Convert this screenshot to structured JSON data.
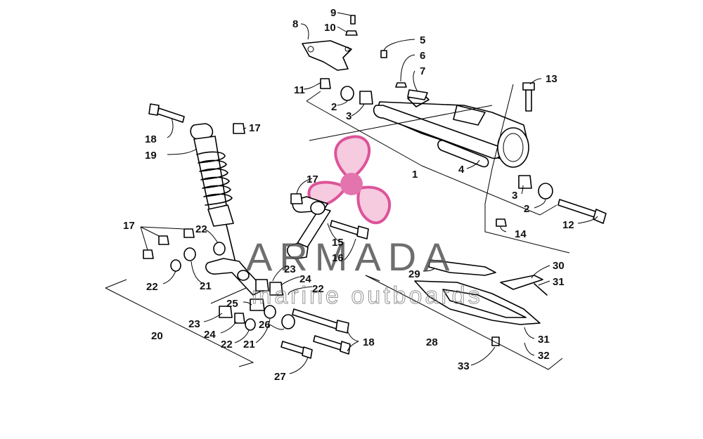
{
  "watermark": {
    "brand": "ARMADA",
    "tagline": "marine outboards",
    "logo_color": "#d9428e",
    "logo_fill": "#f6c5dc",
    "text_color": "#555555"
  },
  "callouts": {
    "c1": "1",
    "c2a": "2",
    "c2b": "2",
    "c3a": "3",
    "c3b": "3",
    "c4": "4",
    "c5": "5",
    "c6": "6",
    "c7": "7",
    "c8": "8",
    "c9": "9",
    "c10": "10",
    "c11": "11",
    "c12": "12",
    "c13": "13",
    "c14": "14",
    "c15": "15",
    "c16": "16",
    "c17a": "17",
    "c17b": "17",
    "c17c": "17",
    "c18a": "18",
    "c18b": "18",
    "c19": "19",
    "c20": "20",
    "c21a": "21",
    "c21b": "21",
    "c22a": "22",
    "c22b": "22",
    "c22c": "22",
    "c22d": "22",
    "c23a": "23",
    "c23b": "23",
    "c24a": "24",
    "c24b": "24",
    "c25": "25",
    "c26": "26",
    "c27": "27",
    "c28": "28",
    "c29": "29",
    "c30": "30",
    "c31a": "31",
    "c31b": "31",
    "c32": "32",
    "c33": "33"
  }
}
